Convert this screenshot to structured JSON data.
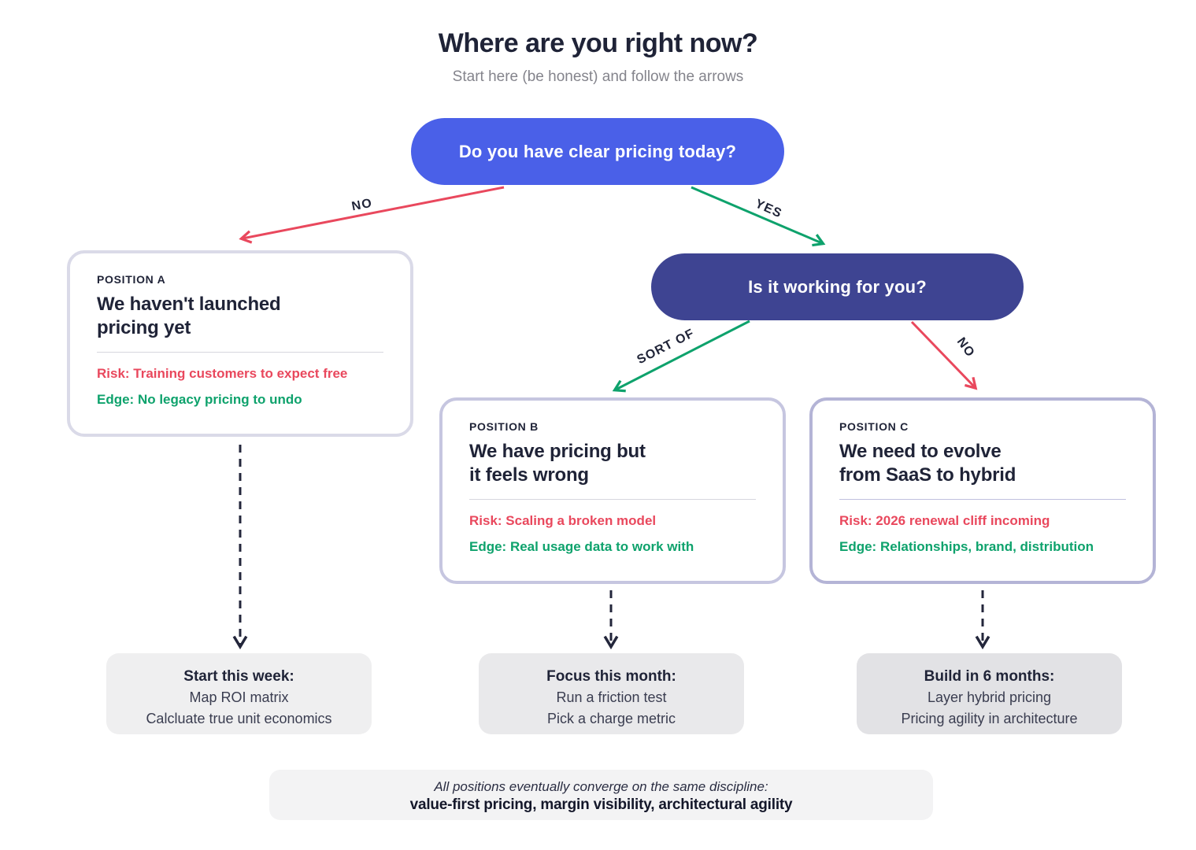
{
  "header": {
    "title": "Where are you right now?",
    "subtitle": "Start here (be honest) and follow the arrows"
  },
  "flow": {
    "question1": "Do you have clear pricing today?",
    "question2": "Is it working for you?",
    "edge_labels": {
      "no_left": "NO",
      "yes": "YES",
      "sort_of": "SORT OF",
      "no_right": "NO"
    }
  },
  "positions": [
    {
      "kicker": "POSITION A",
      "title": "We haven't launched\npricing yet",
      "risk": "Risk: Training customers to expect free",
      "edge": "Edge: No legacy pricing to undo"
    },
    {
      "kicker": "POSITION B",
      "title": "We have pricing but\nit feels wrong",
      "risk": "Risk: Scaling a broken model",
      "edge": "Edge: Real usage data to work with"
    },
    {
      "kicker": "POSITION C",
      "title": "We need to evolve\nfrom SaaS to hybrid",
      "risk": "Risk: 2026 renewal cliff incoming",
      "edge": "Edge: Relationships, brand, distribution"
    }
  ],
  "actions": [
    {
      "heading": "Start this week:",
      "lines": [
        "Map ROI matrix",
        "Calcluate true unit economics"
      ]
    },
    {
      "heading": "Focus this month:",
      "lines": [
        "Run a friction test",
        "Pick a charge metric"
      ]
    },
    {
      "heading": "Build in 6 months:",
      "lines": [
        "Layer hybrid pricing",
        "Pricing agility in architecture"
      ]
    }
  ],
  "footer": {
    "line1": "All positions eventually converge on the same discipline:",
    "line2": "value-first pricing, margin visibility, architectural agility"
  },
  "colors": {
    "primary_blue": "#4A60E8",
    "indigo": "#3E4492",
    "risk_red": "#E9485D",
    "edge_green": "#0EA26C",
    "ink": "#1F2337"
  }
}
